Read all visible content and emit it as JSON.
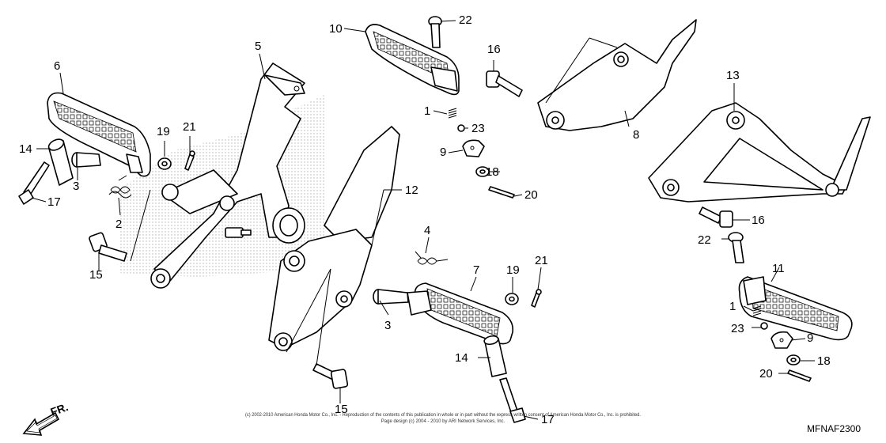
{
  "diagram": {
    "code": "MFNAF2300",
    "direction_label": "FR.",
    "copyright_line1": "(c) 2002-2010 American Honda Motor Co., Inc. - Reproduction of the contents of this publication in whole or in part without the express written consent of American Honda Motor Co., Inc. is prohibited.",
    "copyright_line2": "Page design (c) 2004 - 2010 by ARI Network Services, Inc.",
    "callouts": [
      {
        "id": "c1",
        "text": "1"
      },
      {
        "id": "c2",
        "text": "1"
      },
      {
        "id": "c3",
        "text": "2"
      },
      {
        "id": "c4",
        "text": "3"
      },
      {
        "id": "c5",
        "text": "3"
      },
      {
        "id": "c6",
        "text": "4"
      },
      {
        "id": "c7",
        "text": "5"
      },
      {
        "id": "c8",
        "text": "6"
      },
      {
        "id": "c9",
        "text": "7"
      },
      {
        "id": "c10",
        "text": "8"
      },
      {
        "id": "c11",
        "text": "9"
      },
      {
        "id": "c12",
        "text": "9"
      },
      {
        "id": "c13",
        "text": "10"
      },
      {
        "id": "c14",
        "text": "11"
      },
      {
        "id": "c15",
        "text": "12"
      },
      {
        "id": "c16",
        "text": "13"
      },
      {
        "id": "c17",
        "text": "14"
      },
      {
        "id": "c18",
        "text": "14"
      },
      {
        "id": "c19",
        "text": "15"
      },
      {
        "id": "c20",
        "text": "15"
      },
      {
        "id": "c21",
        "text": "16"
      },
      {
        "id": "c22",
        "text": "16"
      },
      {
        "id": "c23",
        "text": "17"
      },
      {
        "id": "c24",
        "text": "17"
      },
      {
        "id": "c25",
        "text": "18"
      },
      {
        "id": "c26",
        "text": "18"
      },
      {
        "id": "c27",
        "text": "19"
      },
      {
        "id": "c28",
        "text": "19"
      },
      {
        "id": "c29",
        "text": "20"
      },
      {
        "id": "c30",
        "text": "20"
      },
      {
        "id": "c31",
        "text": "21"
      },
      {
        "id": "c32",
        "text": "21"
      },
      {
        "id": "c33",
        "text": "22"
      },
      {
        "id": "c34",
        "text": "22"
      },
      {
        "id": "c35",
        "text": "23"
      },
      {
        "id": "c36",
        "text": "23"
      }
    ]
  }
}
